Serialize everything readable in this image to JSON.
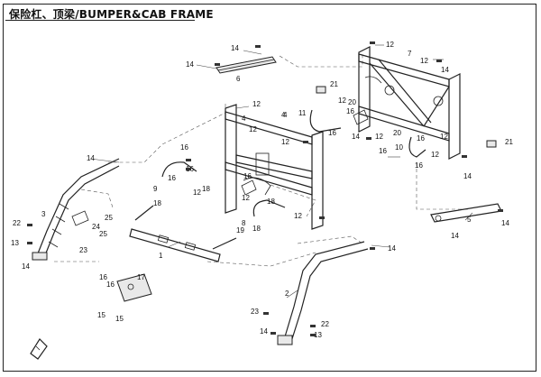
{
  "title": "保险杠、顶梁/BUMPER&CAB FRAME",
  "callouts": {
    "c_1": "1",
    "c_2": "2",
    "c_3": "3",
    "c_4": "4",
    "c_5": "5",
    "c_6": "6",
    "c_7": "7",
    "c_8": "8",
    "c_9": "9",
    "c_10": "10",
    "c_11": "11",
    "c_12a": "12",
    "c_12b": "12",
    "c_12c": "12",
    "c_12d": "12",
    "c_12e": "12",
    "c_12f": "12",
    "c_12g": "12",
    "c_12h": "12",
    "c_12i": "12",
    "c_12j": "12",
    "c_12k": "12",
    "c_12l": "12",
    "c_13a": "13",
    "c_13b": "13",
    "c_14a": "14",
    "c_14b": "14",
    "c_14c": "14",
    "c_14d": "14",
    "c_14e": "14",
    "c_14f": "14",
    "c_14g": "14",
    "c_14h": "14",
    "c_15a": "15",
    "c_15b": "15",
    "c_16a": "16",
    "c_16b": "16",
    "c_16c": "16",
    "c_16d": "16",
    "c_16e": "16",
    "c_16f": "16",
    "c_16g": "16",
    "c_16h": "16",
    "c_16i": "16",
    "c_16j": "16",
    "c_16k": "16",
    "c_17": "17",
    "c_18a": "18",
    "c_18b": "18",
    "c_18c": "18",
    "c_18d": "18",
    "c_19": "19",
    "c_20a": "20",
    "c_20b": "20",
    "c_21a": "21",
    "c_21b": "21",
    "c_22a": "22",
    "c_22b": "22",
    "c_23a": "23",
    "c_23b": "23",
    "c_24": "24",
    "c_25a": "25",
    "c_25b": "25"
  }
}
